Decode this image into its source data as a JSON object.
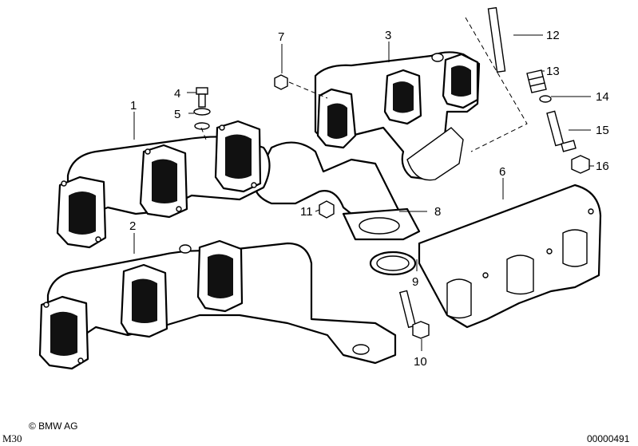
{
  "callouts": [
    {
      "id": "1",
      "text": "1"
    },
    {
      "id": "2",
      "text": "2"
    },
    {
      "id": "3",
      "text": "3"
    },
    {
      "id": "4",
      "text": "4"
    },
    {
      "id": "5",
      "text": "5"
    },
    {
      "id": "6",
      "text": "6"
    },
    {
      "id": "7",
      "text": "7"
    },
    {
      "id": "8",
      "text": "8"
    },
    {
      "id": "9",
      "text": "9"
    },
    {
      "id": "10",
      "text": "10"
    },
    {
      "id": "11",
      "text": "11"
    },
    {
      "id": "12",
      "text": "12"
    },
    {
      "id": "13",
      "text": "13"
    },
    {
      "id": "14",
      "text": "14"
    },
    {
      "id": "15",
      "text": "15"
    },
    {
      "id": "16",
      "text": "16"
    }
  ],
  "footer": {
    "copyright": "© BMW AG",
    "model": "M30",
    "image_number": "00000491"
  }
}
